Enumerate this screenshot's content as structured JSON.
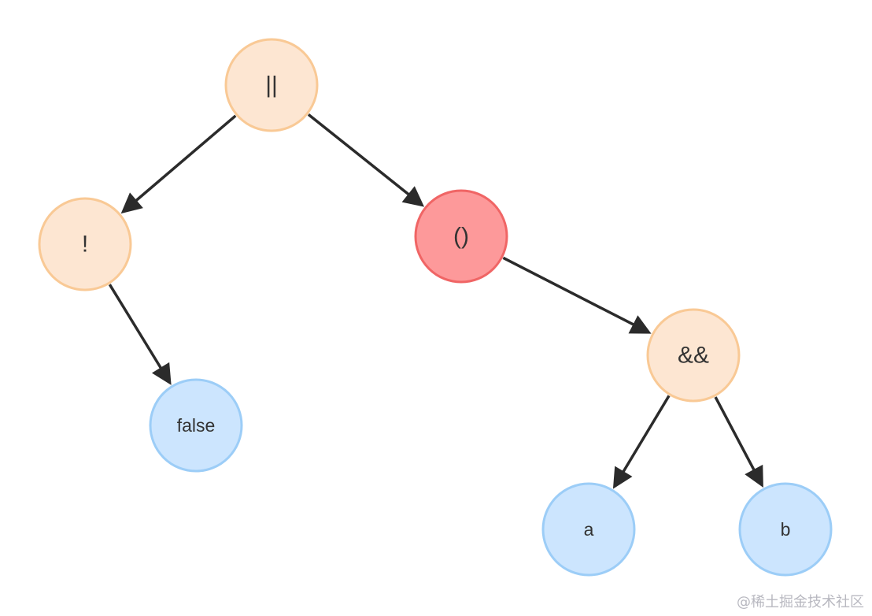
{
  "diagram": {
    "type": "expression-tree",
    "nodes": [
      {
        "id": "or",
        "label": "||",
        "kind": "operator"
      },
      {
        "id": "not",
        "label": "!",
        "kind": "operator"
      },
      {
        "id": "paren",
        "label": "()",
        "kind": "grouping"
      },
      {
        "id": "false",
        "label": "false",
        "kind": "operand"
      },
      {
        "id": "and",
        "label": "&&",
        "kind": "operator"
      },
      {
        "id": "a",
        "label": "a",
        "kind": "operand"
      },
      {
        "id": "b",
        "label": "b",
        "kind": "operand"
      }
    ],
    "edges": [
      {
        "from": "or",
        "to": "not"
      },
      {
        "from": "or",
        "to": "paren"
      },
      {
        "from": "not",
        "to": "false"
      },
      {
        "from": "paren",
        "to": "and"
      },
      {
        "from": "and",
        "to": "a"
      },
      {
        "from": "and",
        "to": "b"
      }
    ]
  },
  "colors": {
    "operator_fill": "#fde6d2",
    "operator_stroke": "#f9c995",
    "grouping_fill": "#fd999a",
    "grouping_stroke": "#f06565",
    "operand_fill": "#cce5fe",
    "operand_stroke": "#9ccdf7",
    "edge": "#2b2b2b"
  },
  "watermark": "@稀土掘金技术社区"
}
